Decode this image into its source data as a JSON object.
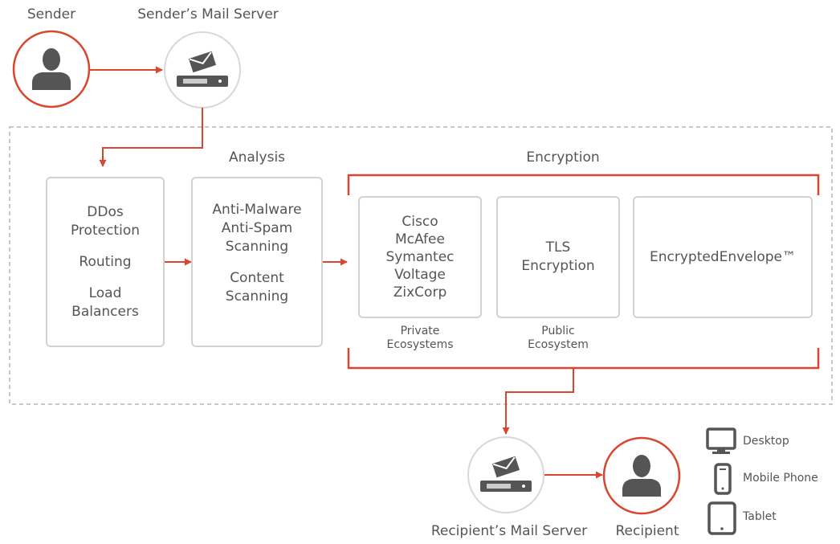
{
  "nodes": {
    "sender": "Sender",
    "sender_server": "Sender’s Mail Server",
    "recipient_server": "Recipient’s Mail Server",
    "recipient": "Recipient"
  },
  "analysis": {
    "title": "Analysis",
    "box1": [
      "DDos",
      "Protection",
      "Routing",
      "Load",
      "Balancers"
    ],
    "box2": [
      "Anti-Malware",
      "Anti-Spam",
      "Scanning",
      "Content",
      "Scanning"
    ]
  },
  "encryption": {
    "title": "Encryption",
    "private": {
      "vendors": [
        "Cisco",
        "McAfee",
        "Symantec",
        "Voltage",
        "ZixCorp"
      ],
      "caption": [
        "Private",
        "Ecosystems"
      ]
    },
    "public": {
      "text": [
        "TLS",
        "Encryption"
      ],
      "caption": [
        "Public",
        "Ecosystem"
      ]
    },
    "envelope": "EncryptedEnvelope™"
  },
  "devices": [
    "Desktop",
    "Mobile Phone",
    "Tablet"
  ],
  "colors": {
    "accent": "#d9452e",
    "icon": "#555555",
    "border": "#d2d2d2"
  }
}
